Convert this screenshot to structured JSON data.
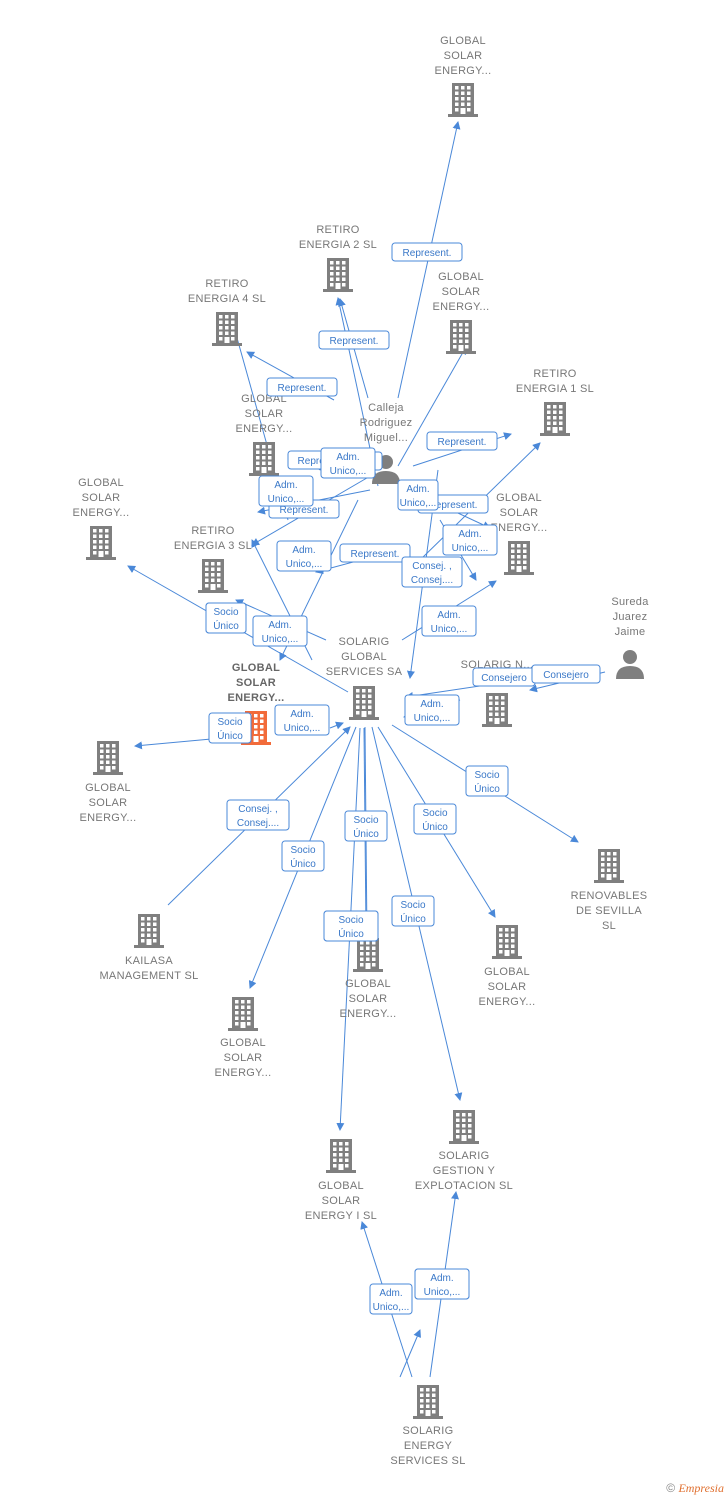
{
  "nodes": [
    {
      "id": "gse_top",
      "type": "company",
      "label": [
        "GLOBAL",
        "SOLAR",
        "ENERGY..."
      ]
    },
    {
      "id": "retiro2",
      "type": "company",
      "label": [
        "RETIRO",
        "ENERGIA 2  SL"
      ]
    },
    {
      "id": "gse_mid",
      "type": "company",
      "label": [
        "GLOBAL",
        "SOLAR",
        "ENERGY..."
      ]
    },
    {
      "id": "retiro4",
      "type": "company",
      "label": [
        "RETIRO",
        "ENERGIA 4  SL"
      ]
    },
    {
      "id": "retiro1",
      "type": "company",
      "label": [
        "RETIRO",
        "ENERGIA 1  SL"
      ]
    },
    {
      "id": "calleja",
      "type": "person",
      "label": [
        "Calleja",
        "Rodriguez",
        "Miguel..."
      ]
    },
    {
      "id": "gse_left_mid",
      "type": "company",
      "label": [
        "GLOBAL",
        "SOLAR",
        "ENERGY..."
      ]
    },
    {
      "id": "gse_far_left",
      "type": "company",
      "label": [
        "GLOBAL",
        "SOLAR",
        "ENERGY..."
      ]
    },
    {
      "id": "retiro3",
      "type": "company",
      "label": [
        "RETIRO",
        "ENERGIA 3  SL"
      ]
    },
    {
      "id": "gse_right",
      "type": "company",
      "label": [
        "GLOBAL",
        "SOLAR",
        "ENERGY..."
      ]
    },
    {
      "id": "sureda",
      "type": "person",
      "label": [
        "Sureda",
        "Juarez",
        "Jaime"
      ]
    },
    {
      "id": "solarig_gs",
      "type": "company",
      "label": [
        "SOLARIG",
        "GLOBAL",
        "SERVICES SA"
      ]
    },
    {
      "id": "solarig_n",
      "type": "company",
      "label": [
        "SOLARIG N..."
      ]
    },
    {
      "id": "gse_focus",
      "type": "company",
      "focus": true,
      "label": [
        "GLOBAL",
        "SOLAR",
        "ENERGY..."
      ]
    },
    {
      "id": "gse_left_low",
      "type": "company",
      "label": [
        "GLOBAL",
        "SOLAR",
        "ENERGY..."
      ]
    },
    {
      "id": "renovables",
      "type": "company",
      "label": [
        "RENOVABLES",
        "DE SEVILLA",
        "SL"
      ]
    },
    {
      "id": "kailasa",
      "type": "company",
      "label": [
        "KAILASA",
        "MANAGEMENT SL"
      ]
    },
    {
      "id": "gse_center_low",
      "type": "company",
      "label": [
        "GLOBAL",
        "SOLAR",
        "ENERGY..."
      ]
    },
    {
      "id": "gse_right_low",
      "type": "company",
      "label": [
        "GLOBAL",
        "SOLAR",
        "ENERGY..."
      ]
    },
    {
      "id": "gse_bottom_left",
      "type": "company",
      "label": [
        "GLOBAL",
        "SOLAR",
        "ENERGY..."
      ]
    },
    {
      "id": "solarig_gest",
      "type": "company",
      "label": [
        "SOLARIG",
        "GESTION Y",
        "EXPLOTACION SL"
      ]
    },
    {
      "id": "gse_i",
      "type": "company",
      "label": [
        "GLOBAL",
        "SOLAR",
        "ENERGY I  SL"
      ]
    },
    {
      "id": "solarig_es",
      "type": "company",
      "label": [
        "SOLARIG",
        "ENERGY",
        "SERVICES  SL"
      ]
    }
  ],
  "edges": [
    {
      "label": [
        "Represent."
      ]
    },
    {
      "label": [
        "Represent."
      ]
    },
    {
      "label": [
        "Represent."
      ]
    },
    {
      "label": [
        "Represent."
      ]
    },
    {
      "label": [
        "Represent."
      ]
    },
    {
      "label": [
        "Represent."
      ]
    },
    {
      "label": [
        "Represent."
      ]
    },
    {
      "label": [
        "Represent."
      ]
    },
    {
      "label": [
        "Represent."
      ]
    },
    {
      "label": [
        "Adm.",
        "Unico,..."
      ]
    },
    {
      "label": [
        "Adm.",
        "Unico,..."
      ]
    },
    {
      "label": [
        "Adm.",
        "Unico,..."
      ]
    },
    {
      "label": [
        "Adm.",
        "Unico,..."
      ]
    },
    {
      "label": [
        "Adm.",
        "Unico,..."
      ]
    },
    {
      "label": [
        "Socio",
        "Único"
      ]
    },
    {
      "label": [
        "Socio",
        "Único"
      ]
    },
    {
      "label": [
        "Adm.",
        "Unico,..."
      ]
    },
    {
      "label": [
        "Adm.",
        "Unico,..."
      ]
    },
    {
      "label": [
        "Consej. ,",
        "Consej...."
      ]
    },
    {
      "label": [
        "Consejero"
      ]
    },
    {
      "label": [
        "Consejero"
      ]
    },
    {
      "label": [
        "Adm.",
        "Unico,..."
      ]
    },
    {
      "label": [
        "Adm.",
        "Unico,..."
      ]
    },
    {
      "label": [
        "Socio",
        "Único"
      ]
    },
    {
      "label": [
        "Socio",
        "Único"
      ]
    },
    {
      "label": [
        "Socio",
        "Único"
      ]
    },
    {
      "label": [
        "Consej. ,",
        "Consej...."
      ]
    },
    {
      "label": [
        "Socio",
        "Único"
      ]
    },
    {
      "label": [
        "Socio",
        "Único"
      ]
    },
    {
      "label": [
        "Socio",
        "Único"
      ]
    },
    {
      "label": [
        "Adm.",
        "Unico,..."
      ]
    },
    {
      "label": [
        "Socio",
        "Único"
      ]
    },
    {
      "label": [
        "Adm.",
        "Unico,..."
      ]
    },
    {
      "label": [
        "Socio",
        "Único"
      ]
    },
    {
      "label": [
        "Adm.",
        "Unico,..."
      ]
    }
  ],
  "credit": {
    "symbol": "©",
    "brand": "Empresia"
  }
}
